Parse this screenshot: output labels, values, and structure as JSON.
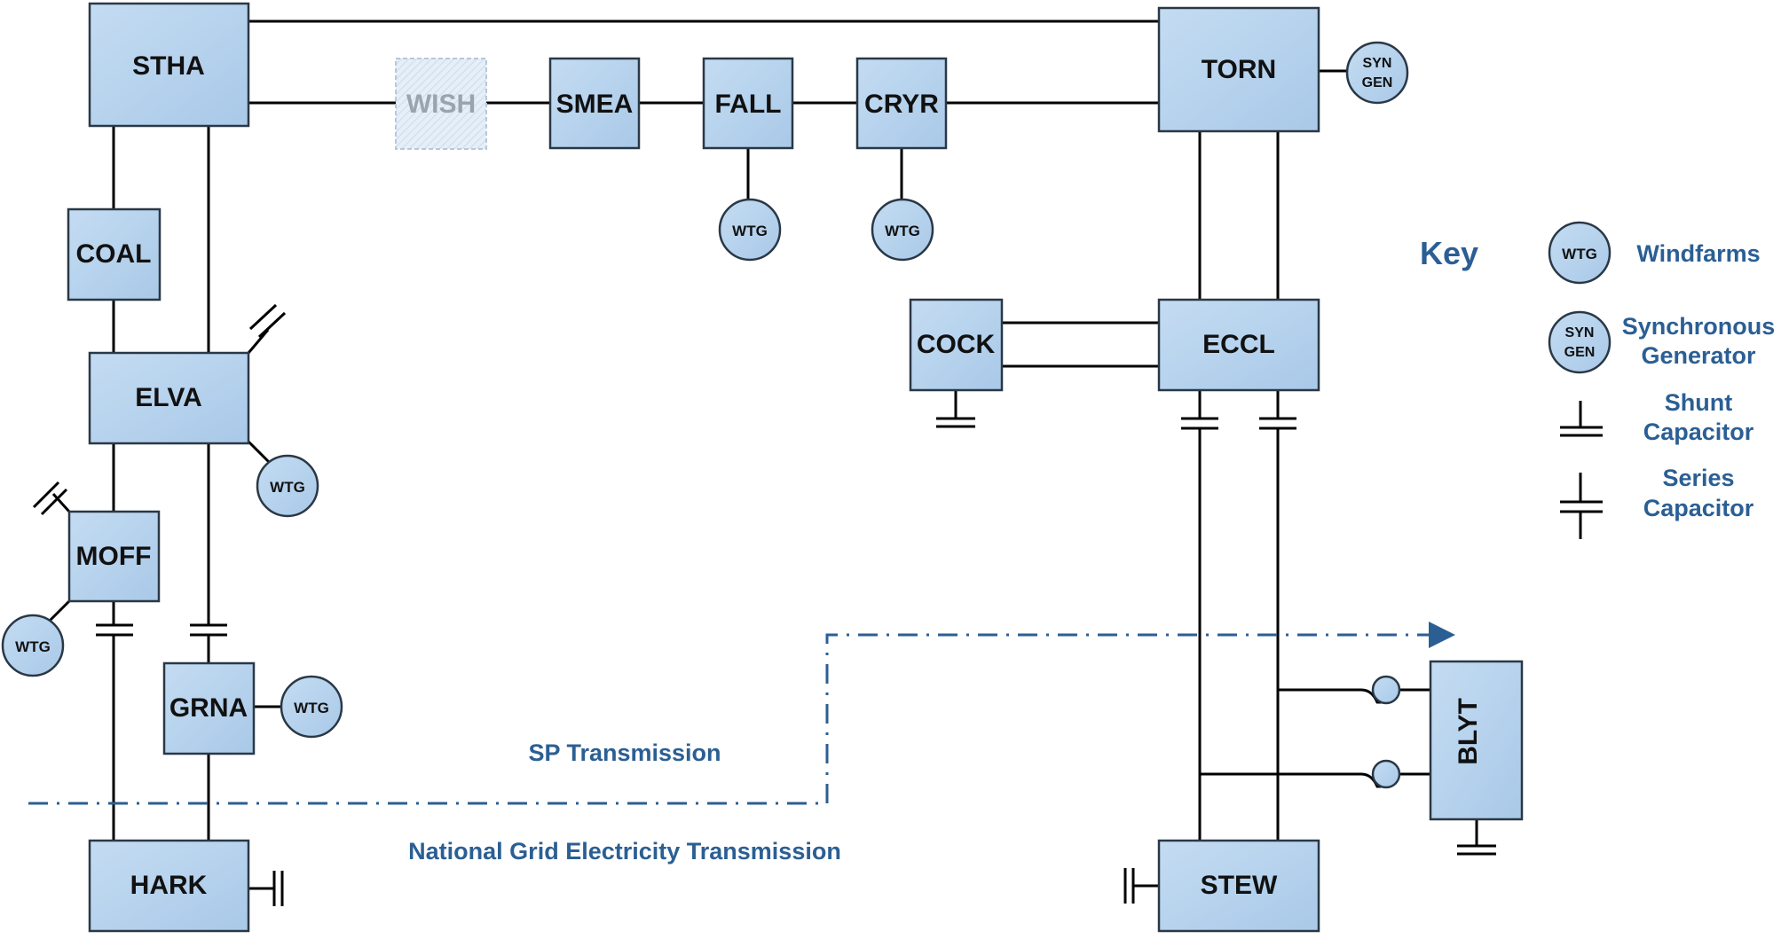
{
  "substations": {
    "stha": "STHA",
    "wish": "WISH",
    "smea": "SMEA",
    "fall": "FALL",
    "cryr": "CRYR",
    "torn": "TORN",
    "coal": "COAL",
    "elva": "ELVA",
    "moff": "MOFF",
    "grna": "GRNA",
    "hark": "HARK",
    "cock": "COCK",
    "eccl": "ECCL",
    "stew": "STEW",
    "blyt": "BLYT"
  },
  "generators": {
    "wtg": "WTG",
    "syn_line1": "SYN",
    "syn_line2": "GEN"
  },
  "key": {
    "title": "Key",
    "windfarms": "Windfarms",
    "synchronous_line1": "Synchronous",
    "synchronous_line2": "Generator",
    "shunt_line1": "Shunt",
    "shunt_line2": "Capacitor",
    "series_line1": "Series",
    "series_line2": "Capacitor"
  },
  "regions": {
    "sp": "SP Transmission",
    "national_grid": "National Grid Electricity Transmission"
  },
  "colors": {
    "box_fill": "#b6d3ee",
    "box_stroke": "#2a3846",
    "key_text": "#2b5f94",
    "boundary_line": "#2b5f94",
    "faded_box": "#e4eef7"
  }
}
